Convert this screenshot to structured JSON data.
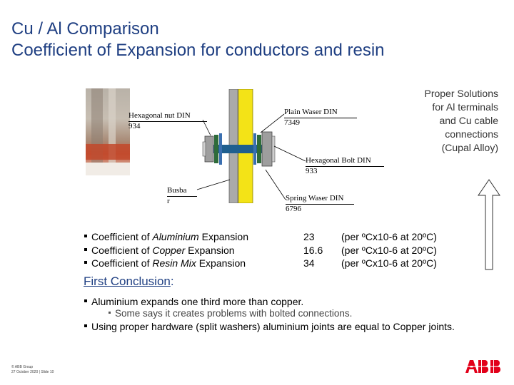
{
  "title": {
    "line1": "Cu / Al Comparison",
    "line2": "Coefficient of Expansion for conductors and resin"
  },
  "diagram": {
    "hex_nut": {
      "line1": "Hexagonal nut DIN",
      "line2": "934"
    },
    "plain_washer": {
      "line1": "Plain Waser DIN",
      "line2": "7349"
    },
    "hex_bolt": {
      "line1": "Hexagonal Bolt DIN",
      "line2": "933"
    },
    "busbar": {
      "line1": "Busba",
      "line2": "r"
    },
    "spring_washer": {
      "line1": "Spring Waser DIN",
      "line2": "6796"
    }
  },
  "proper_solutions": {
    "line1": "Proper Solutions",
    "line2": "for Al terminals",
    "line3": "and Cu cable",
    "line4": "connections",
    "line5": "(Cupal Alloy)"
  },
  "coefficients": [
    {
      "prefix": "Coefficient of ",
      "material": "Aluminium",
      "suffix": " Expansion",
      "value": "23",
      "unit": "(per ºCx10-6 at 20ºC)"
    },
    {
      "prefix": "Coefficient of ",
      "material": "Copper",
      "suffix": " Expansion",
      "value": "16.6",
      "unit": "(per ºCx10-6 at 20ºC)"
    },
    {
      "prefix": "Coefficient of ",
      "material": "Resin Mix",
      "suffix": " Expansion",
      "value": "34",
      "unit": "(per ºCx10-6 at 20ºC)"
    }
  ],
  "conclusion": {
    "heading": "First Conclusion",
    "colon": ":",
    "point1": "Aluminium expands one third more than copper.",
    "subpoint1": "Some says it creates problems with bolted connections.",
    "point2": "Using proper hardware (split washers) aluminium joints are equal to Copper joints."
  },
  "footer": {
    "line1": "© ABB Group",
    "line2": "27 October 2020 | Slide 10"
  },
  "logo": "ABB",
  "colors": {
    "title": "#1f3f82",
    "logo_red": "#e2001a",
    "busbar_yellow": "#f3e317",
    "washer_green": "#2e6b3a",
    "bolt_blue": "#1f5f8f"
  }
}
